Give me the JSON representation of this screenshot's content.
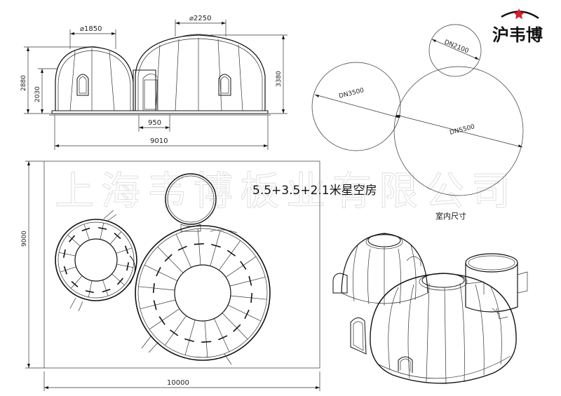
{
  "brand": {
    "logo_text": "沪韦博",
    "star_color": "#d6202a"
  },
  "watermark": "上海韦博板业有限公司",
  "title": "5.5+3.5+2.1米星空房",
  "subtitle": "室内尺寸",
  "front_view": {
    "dim_small_dome": "⌀1850",
    "dim_large_dome": "⌀2250",
    "dim_total_height_small": "2880",
    "dim_inner_height_small": "2030",
    "dim_total_height_large": "3380",
    "dim_passage": "950",
    "dim_total_length": "9010"
  },
  "circles": {
    "small": "DN2100",
    "medium": "DN3500",
    "large": "DN5500"
  },
  "plan_view": {
    "dim_height": "9000",
    "dim_width": "10000"
  }
}
